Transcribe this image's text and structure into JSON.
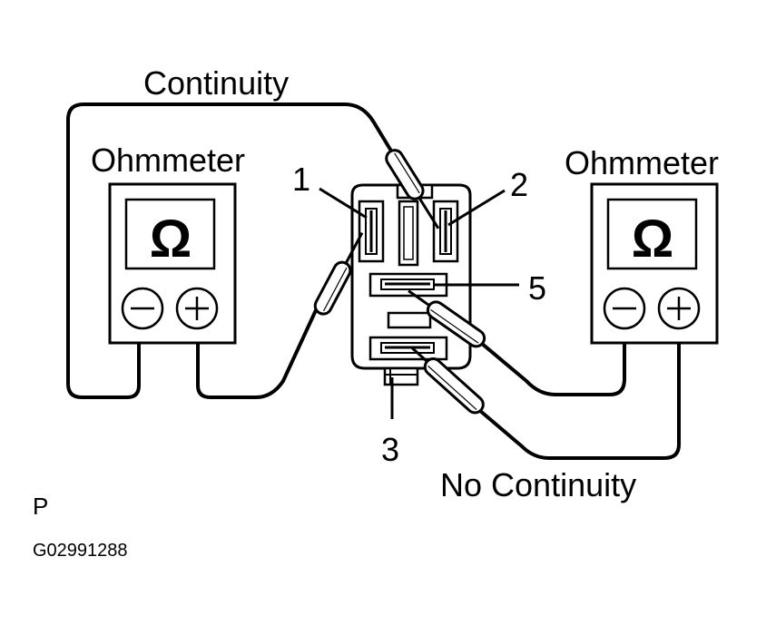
{
  "labels": {
    "continuity": "Continuity",
    "no_continuity": "No Continuity",
    "ohmmeter_left": "Ohmmeter",
    "ohmmeter_right": "Ohmmeter",
    "ohm_symbol": "Ω",
    "terminal_1": "1",
    "terminal_2": "2",
    "terminal_3": "3",
    "terminal_5": "5",
    "corner_letter": "P",
    "figure_code": "G02991288"
  },
  "icons": {
    "ohmmeter_minus": "minus-circle-icon",
    "ohmmeter_plus": "plus-circle-icon"
  }
}
